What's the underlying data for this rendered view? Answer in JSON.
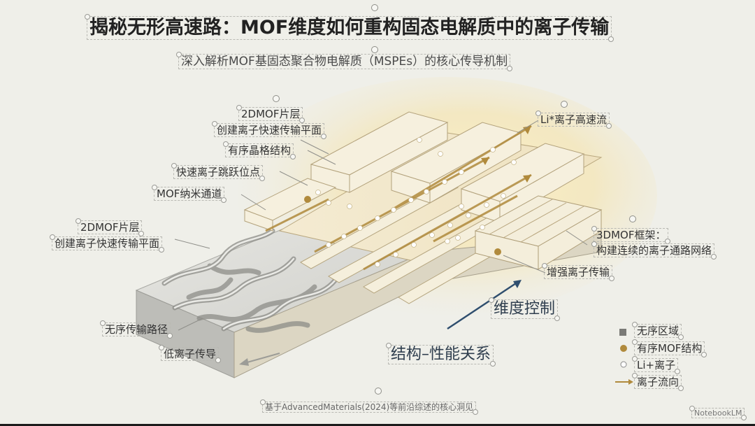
{
  "title": "揭秘无形高速路：MOF维度如何重构固态电解质中的离子传输",
  "subtitle": "深入解析MOF基固态聚合物电解质（MSPEs）的核心传导机制",
  "labels": {
    "sheet_top_line1": "2DMOF片层",
    "sheet_top_line2": "创建离子快速传输平面",
    "ordered_lattice": "有序晶格结构",
    "fast_hopping": "快速离子跳跃位点",
    "mof_nanochannel": "MOF纳米通道",
    "sheet_left_line1": "2DMOF片层",
    "sheet_left_line2": "创建离子快速传输平面",
    "li_flow": "Li*离子高速流",
    "framework_3d_line1": "3DMOF框架：",
    "framework_3d_line2": "构建连续的离子通路网络",
    "enhance_transport": "增强离子传输",
    "dimension_control": "维度控制",
    "disordered_path": "无序传输路径",
    "low_conduction": "低离子传导",
    "structure_performance": "结构–性能关系"
  },
  "legend": {
    "disordered": "无序区域",
    "ordered": "有序MOF结构",
    "li_ion": "Li+离子",
    "flow": "离子流向"
  },
  "footer": "基于AdvancedMaterials(2024)等前沿综述的核心洞见",
  "watermark": "NotebookLM",
  "colors": {
    "background": "#efefe9",
    "accent_teal": "#4f8a8a",
    "gold": "#c9a45a",
    "navy_arrow": "#2f4e6e"
  }
}
